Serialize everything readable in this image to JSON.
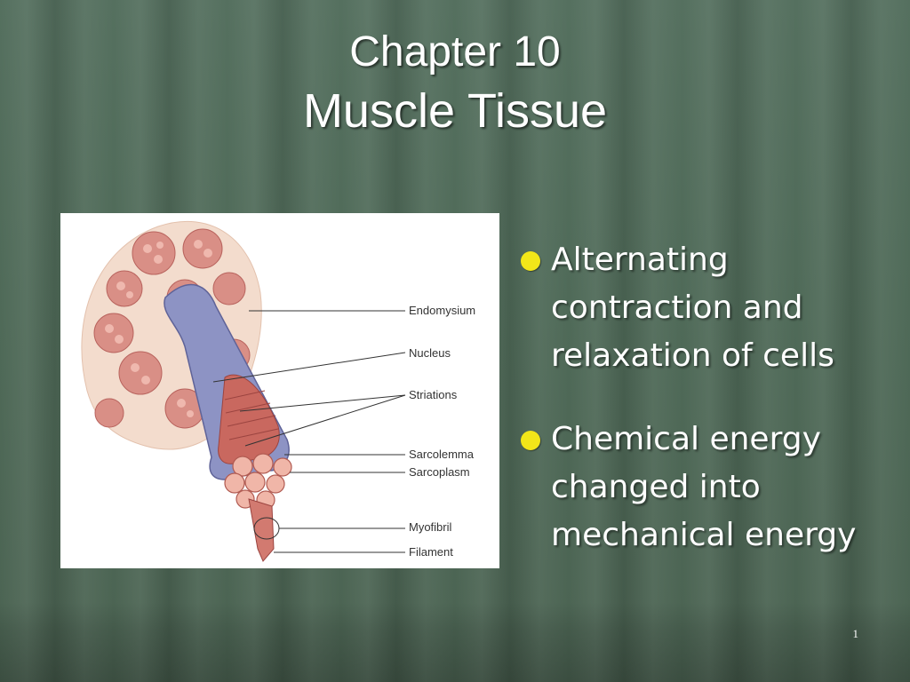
{
  "slide": {
    "title_line1": "Chapter 10",
    "title_line2": "Muscle Tissue",
    "bullets": [
      "Alternating contraction and relaxation of cells",
      "Chemical energy changed into mechanical energy"
    ],
    "page_number": "1"
  },
  "figure": {
    "labels": {
      "endomysium": "Endomysium",
      "nucleus": "Nucleus",
      "striations": "Striations",
      "sarcolemma": "Sarcolemma",
      "sarcoplasm": "Sarcoplasm",
      "myofibril": "Myofibril",
      "filament": "Filament"
    }
  },
  "colors": {
    "bullet": "#f2e619",
    "text": "#ffffff",
    "background": "#52705d"
  }
}
